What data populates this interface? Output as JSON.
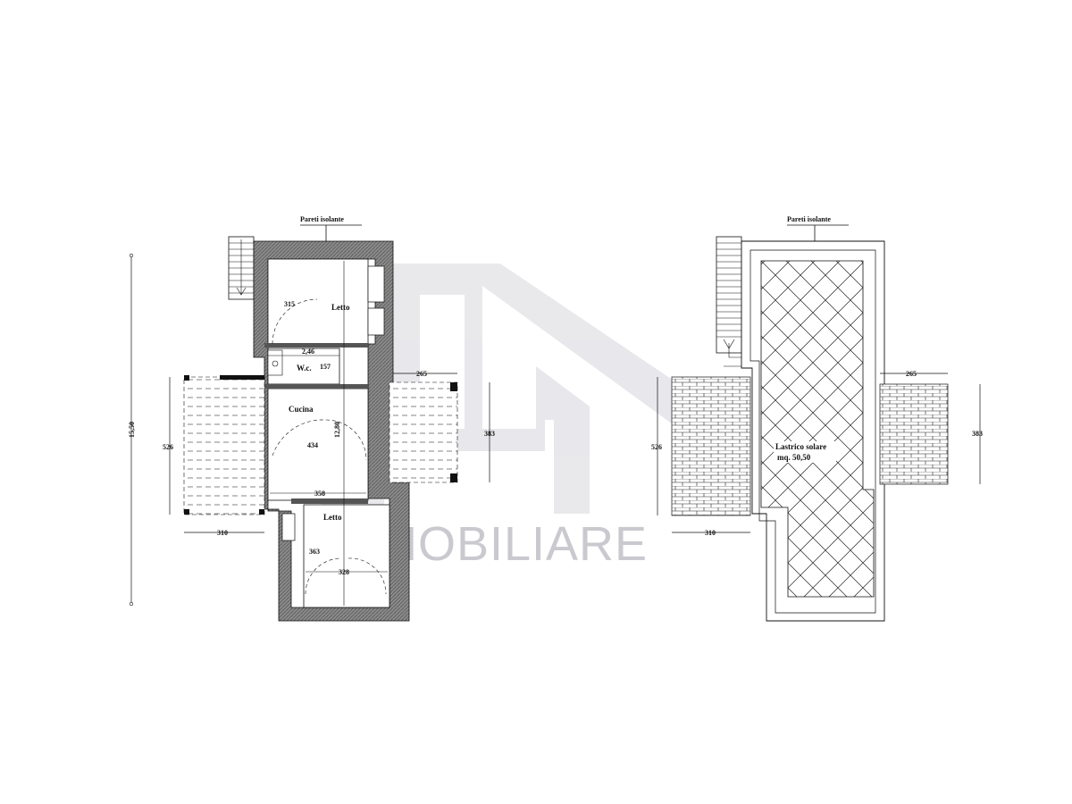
{
  "watermark": {
    "text": "IMMOBILIARE"
  },
  "left_plan": {
    "wall_note": "Pareti   isolante",
    "rooms": {
      "bedroom_top": "Letto",
      "wc": "W.c.",
      "kitchen": "Cucina",
      "bedroom_bottom": "Letto"
    },
    "dims": {
      "total_height": "15,50",
      "left_terrace_height": "526",
      "left_terrace_width": "310",
      "right_terrace_width": "265",
      "right_terrace_height": "383",
      "bed_top_height": "315",
      "wc_width": "2,46",
      "wc_depth": "157",
      "kitchen_height": "434",
      "inner_length": "12,80",
      "kitchen_width": "358",
      "bed_bottom_height": "363",
      "bed_bottom_width": "328"
    }
  },
  "right_plan": {
    "wall_note": "Pareti   isolante",
    "area_label": "Lastrico solare",
    "area_value": "mq. 50,50",
    "dims": {
      "left_terrace_height": "526",
      "left_terrace_width": "310",
      "right_terrace_width": "265",
      "right_terrace_height": "383"
    }
  }
}
